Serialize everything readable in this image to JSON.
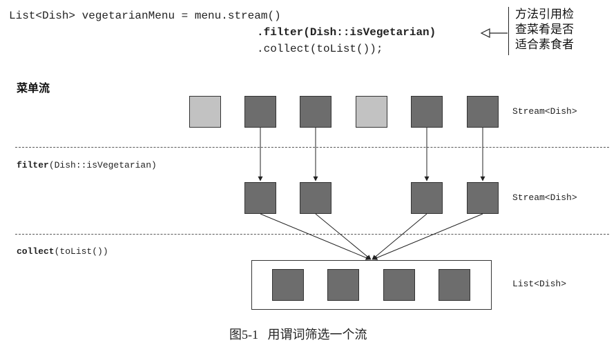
{
  "code": {
    "line1": "List<Dish> vegetarianMenu = menu.stream()",
    "line2": ".filter(Dish::isVegetarian)",
    "line3": ".collect(toList());"
  },
  "annotation": {
    "lines": [
      "方法引用检",
      "查菜肴是否",
      "适合素食者"
    ]
  },
  "sections": {
    "menu_stream": {
      "title": "菜单流",
      "type_label": "Stream<Dish>"
    },
    "filter": {
      "keyword": "filter",
      "args": "(Dish::isVegetarian)",
      "type_label": "Stream<Dish>"
    },
    "collect": {
      "keyword": "collect",
      "args": "(toList())",
      "type_label": "List<Dish>"
    }
  },
  "caption": {
    "number": "图5-1",
    "text": "用谓词筛选一个流"
  },
  "colors": {
    "selected_dish": "#6d6d6d",
    "filtered_out_dish": "#c2c2c2"
  }
}
